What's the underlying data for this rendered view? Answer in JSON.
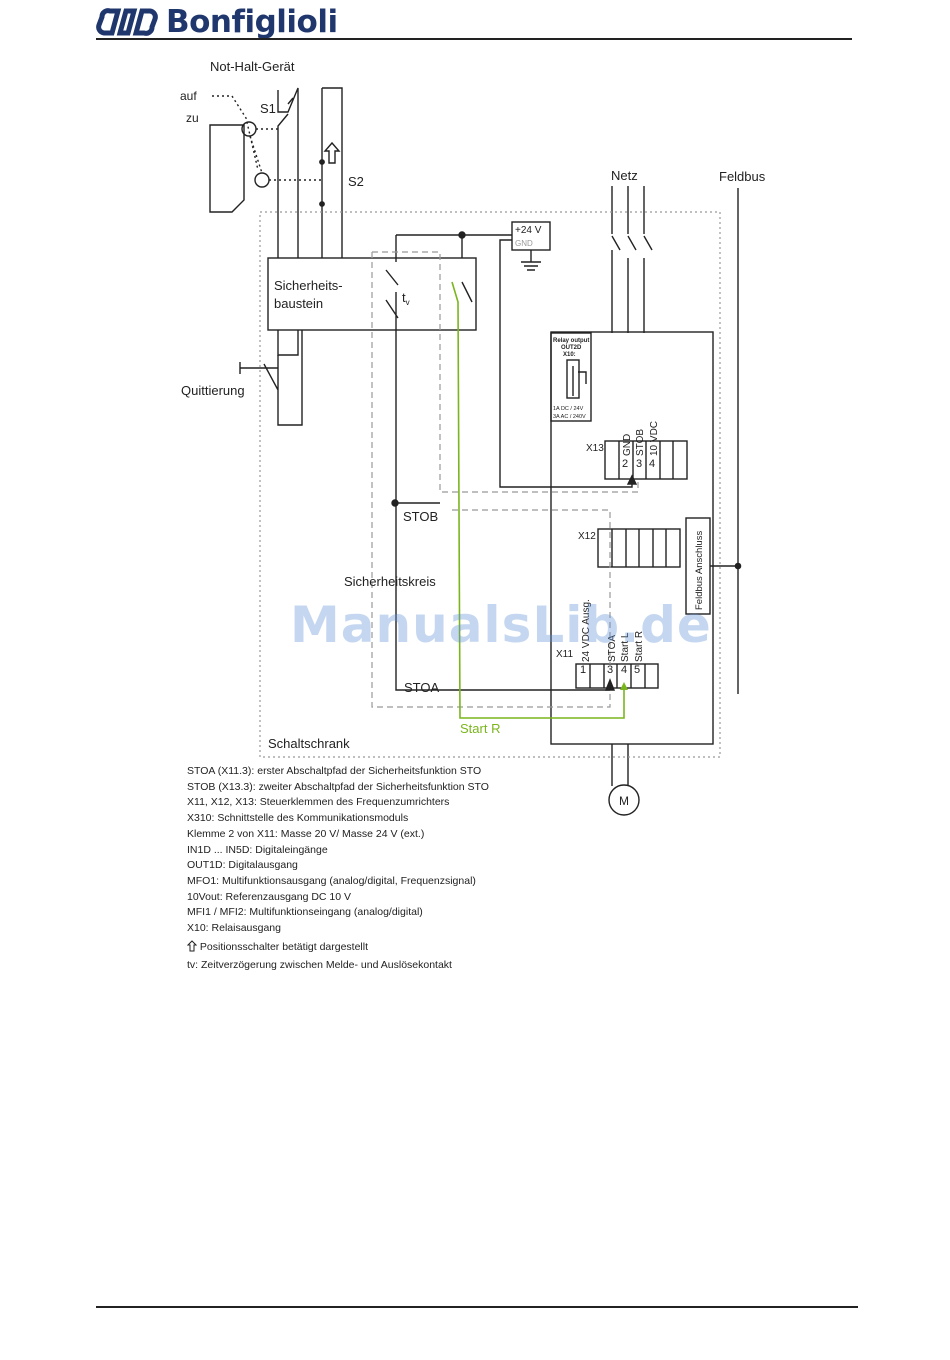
{
  "header": {
    "brand": "Bonfiglioli"
  },
  "diagram": {
    "emergency_stop": "Not-Halt-Gerät",
    "auf": "auf",
    "zu": "zu",
    "s1": "S1",
    "s2": "S2",
    "safety_module": [
      "Sicherheits-",
      "baustein"
    ],
    "tv": "t",
    "tv_sub": "v",
    "acknowledge": "Quittierung",
    "supply": "+24 V",
    "gnd": "GND",
    "mains": "Netz",
    "fieldbus": "Feldbus",
    "relay": [
      "Relay output",
      "OUT2D",
      "X10:"
    ],
    "relay_ratings": [
      "1A DC / 24V",
      "3A AC / 240V"
    ],
    "x13": "X13",
    "x13_labels": [
      "GND",
      "STOB",
      "10 VDC"
    ],
    "x13_numbers": [
      "2",
      "3",
      "4"
    ],
    "x12": "X12",
    "fieldbus_connection": "Feldbus Anschluss",
    "stob": "STOB",
    "safety_circuit": "Sicherheitskreis",
    "x11": "X11",
    "x11_labels": [
      "24 VDC Ausg.",
      "STOA",
      "Start L",
      "Start R"
    ],
    "x11_numbers": [
      "1",
      "3",
      "4",
      "5"
    ],
    "stoa": "STOA",
    "start_r": "Start R",
    "cabinet": "Schaltschrank",
    "motor": "M"
  },
  "legend": [
    "STOA (X11.3): erster Abschaltpfad der Sicherheitsfunktion STO",
    "STOB (X13.3): zweiter Abschaltpfad der Sicherheitsfunktion STO",
    "X11, X12, X13: Steuerklemmen des Frequenzumrichters",
    "X310: Schnittstelle des Kommunikationsmoduls",
    "Klemme 2 von X11: Masse 20 V/ Masse 24 V (ext.)",
    "IN1D ... IN5D: Digitaleingänge",
    "OUT1D: Digitalausgang",
    "MFO1: Multifunktionsausgang (analog/digital, Frequenzsignal)",
    "10Vout: Referenzausgang DC 10 V",
    "MFI1 / MFI2: Multifunktionseingang (analog/digital)",
    "X10: Relaisausgang"
  ],
  "legend_symbol_note": "Positionsschalter betätigt dargestellt",
  "legend_tv_note": "tv: Zeitverzögerung zwischen Melde- und Auslösekontakt",
  "watermark": "ManualsLib.de",
  "colors": {
    "brand": "#20376e",
    "green": "#7ab51d",
    "line": "#222222",
    "dashed": "#999999"
  }
}
